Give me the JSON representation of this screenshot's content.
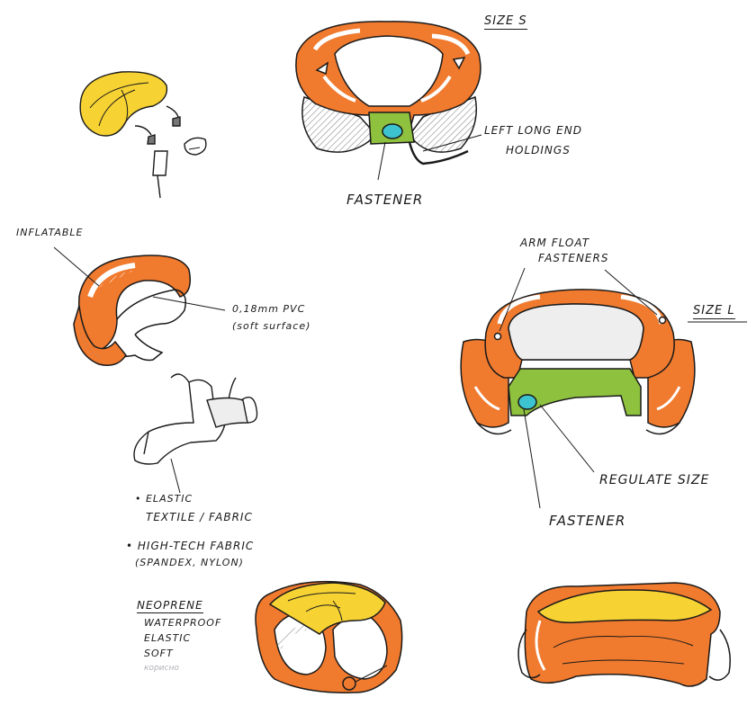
{
  "labels": {
    "size_s": "SIZE S",
    "left_long_end": "LEFT LONG END",
    "holdings": "HOLDINGS",
    "fastener_top": "FASTENER",
    "inflatable": "INFLATABLE",
    "pvc_line1": "0,18mm PVC",
    "pvc_line2": "(soft surface)",
    "arm_float": "ARM FLOAT",
    "fasteners": "FASTENERS",
    "size_l": "SIZE L",
    "regulate_size": "REGULATE SIZE",
    "fastener_right": "FASTENER",
    "elastic_line1": "• ELASTIC",
    "elastic_line2": "TEXTILE / FABRIC",
    "hightech_line1": "• HIGH-TECH FABRIC",
    "hightech_line2": "(SPANDEX, NYLON)",
    "neoprene": "NEOPRENE",
    "neo_1": "WATERPROOF",
    "neo_2": "ELASTIC",
    "neo_3": "SOFT",
    "neo_4": "корисно"
  },
  "colors": {
    "orange": "#f07a2e",
    "orange_dark": "#e0601a",
    "yellow": "#f6d233",
    "green": "#8ec13d",
    "cyan": "#3cc3cf",
    "gray": "#9a9a9a",
    "ink": "#1a1a1a"
  }
}
